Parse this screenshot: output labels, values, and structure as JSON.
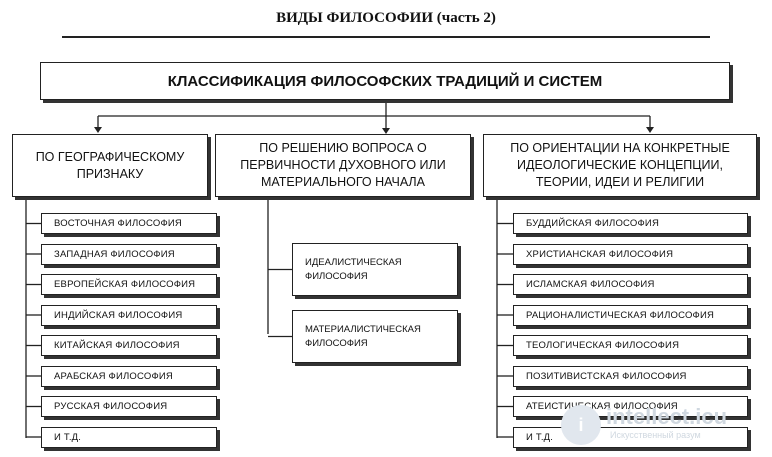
{
  "title": "ВИДЫ ФИЛОСОФИИ (часть 2)",
  "main": "КЛАССИФИКАЦИЯ ФИЛОСОФСКИХ ТРАДИЦИЙ И СИСТЕМ",
  "categories": {
    "left": "ПО ГЕОГРАФИЧЕСКОМУ ПРИЗНАКУ",
    "middle": "ПО РЕШЕНИЮ ВОПРОСА О ПЕРВИЧНОСТИ ДУХОВНОГО ИЛИ МАТЕРИАЛЬНОГО НАЧАЛА",
    "right": "ПО ОРИЕНТАЦИИ НА КОНКРЕТНЫЕ ИДЕОЛОГИЧЕСКИЕ КОНЦЕПЦИИ, ТЕОРИИ, ИДЕИ И РЕЛИГИИ"
  },
  "left_items": [
    "ВОСТОЧНАЯ ФИЛОСОФИЯ",
    "ЗАПАДНАЯ ФИЛОСОФИЯ",
    "ЕВРОПЕЙСКАЯ ФИЛОСОФИЯ",
    "ИНДИЙСКАЯ ФИЛОСОФИЯ",
    "КИТАЙСКАЯ ФИЛОСОФИЯ",
    "АРАБСКАЯ ФИЛОСОФИЯ",
    "РУССКАЯ ФИЛОСОФИЯ",
    "И Т.Д."
  ],
  "middle_items": [
    "ИДЕАЛИСТИЧЕСКАЯ ФИЛОСОФИЯ",
    "МАТЕРИАЛИСТИЧЕСКАЯ ФИЛОСОФИЯ"
  ],
  "right_items": [
    "БУДДИЙСКАЯ ФИЛОСОФИЯ",
    "ХРИСТИАНСКАЯ ФИЛОСОФИЯ",
    "ИСЛАМСКАЯ ФИЛОСОФИЯ",
    "РАЦИОНАЛИСТИЧЕСКАЯ ФИЛОСОФИЯ",
    "ТЕОЛОГИЧЕСКАЯ ФИЛОСОФИЯ",
    "ПОЗИТИВИСТСКАЯ ФИЛОСОФИЯ",
    "АТЕИСТИЧЕСКАЯ ФИЛОСОФИЯ",
    "И Т.Д."
  ],
  "watermark": {
    "name": "intellect.icu",
    "tagline": "Искусственный разум",
    "glyph": "i"
  }
}
